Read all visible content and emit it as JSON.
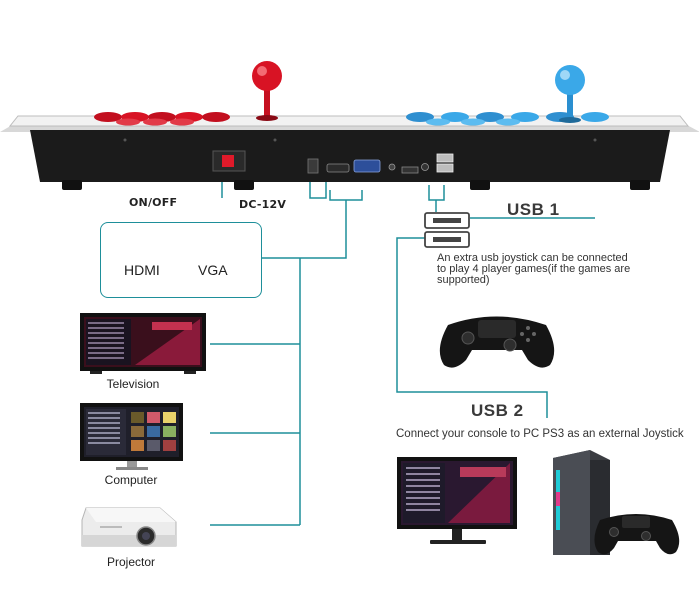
{
  "labels": {
    "on_off": "ON/OFF",
    "dc": "DC-12V",
    "hdmi": "HDMI",
    "vga": "VGA"
  },
  "usb1": {
    "title": "USB 1",
    "note_line1": "An extra usb joystick can be connected",
    "note_line2": "to play 4 player games(if the games are",
    "note_line3": "supported)"
  },
  "usb2": {
    "title": "USB 2",
    "note": "Connect your console to PC PS3 as an external Joystick"
  },
  "devices": [
    {
      "label": "Television"
    },
    {
      "label": "Computer"
    },
    {
      "label": "Projector"
    }
  ],
  "colors": {
    "line": "#1e8f9a",
    "console_body": "#1b1b1b",
    "red": "#d81324",
    "blue": "#3aa8e8"
  }
}
